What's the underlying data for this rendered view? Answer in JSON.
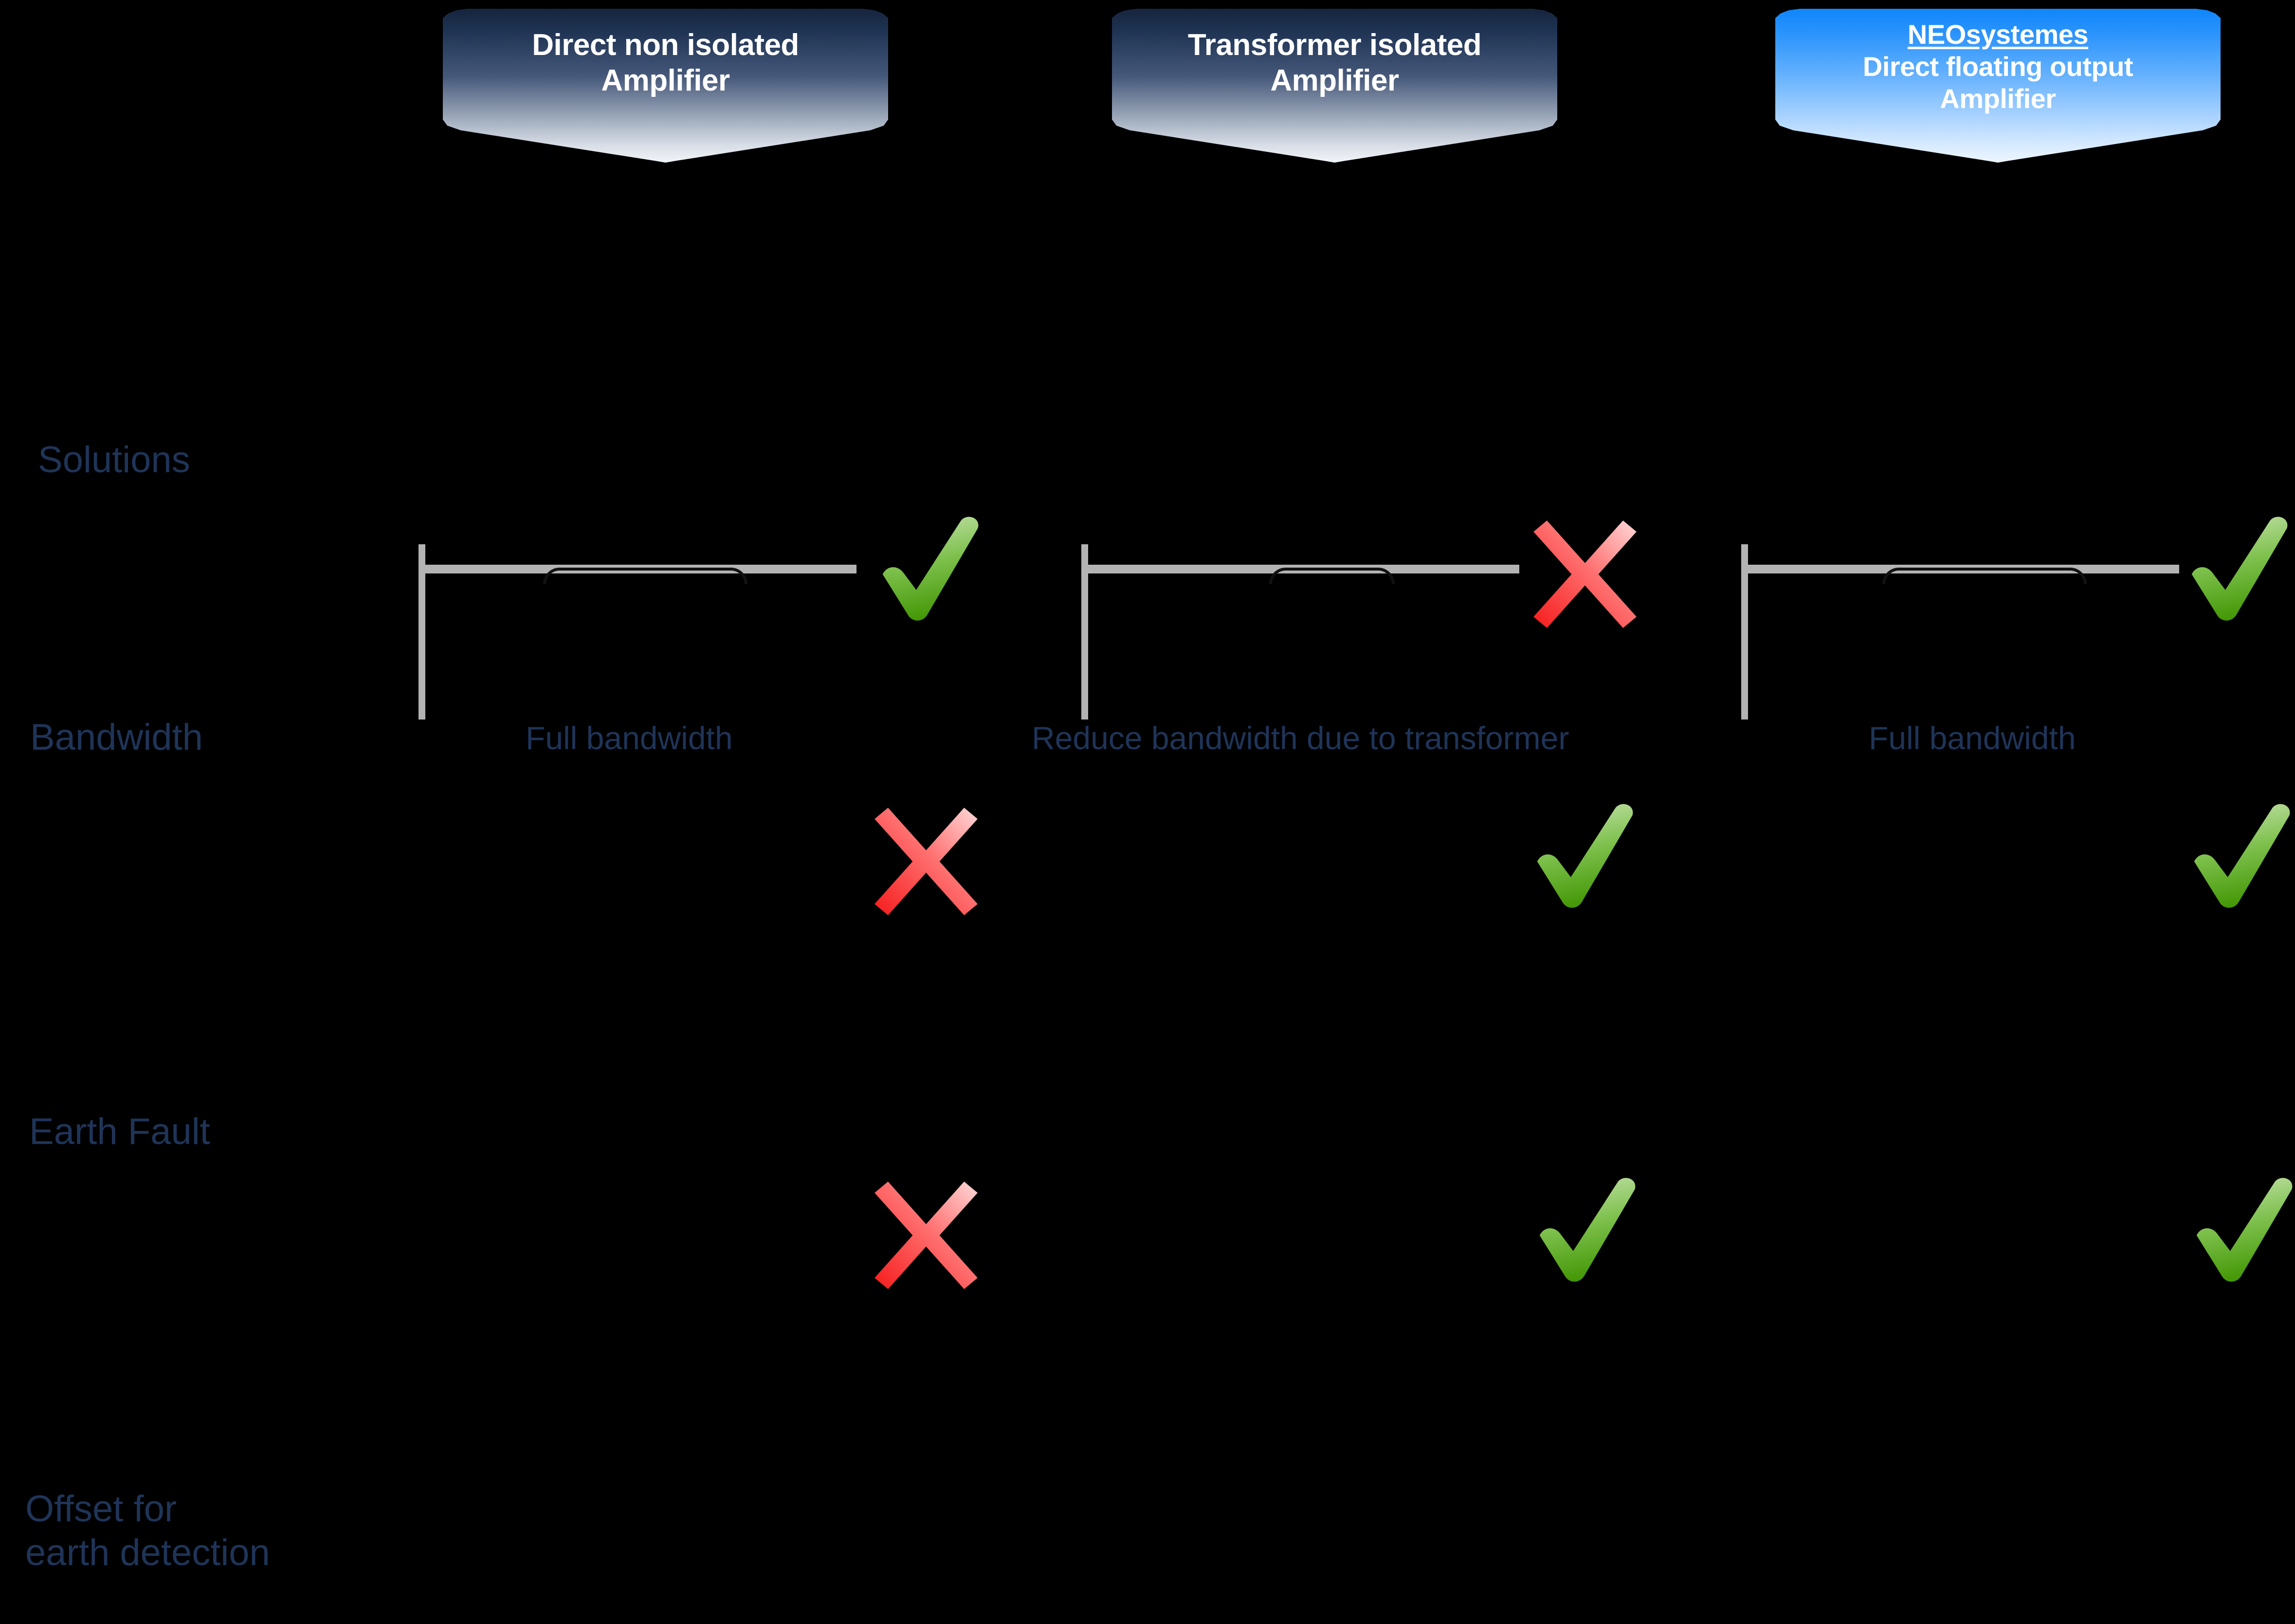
{
  "page": {
    "background_color": "#000000",
    "label_color": "#1f3458",
    "check_color": "#5fb230",
    "cross_color": "#f51b1b",
    "axis_color": "#b3b3b3"
  },
  "columns": [
    {
      "id": "direct-non-isolated",
      "title_lines": [
        "Direct non isolated",
        "Amplifier"
      ],
      "brand": null,
      "style": "grey",
      "bandwidth_caption": "Full bandwidth",
      "verdicts": {
        "bandwidth": "check",
        "earth_fault": "cross",
        "offset_for_earth_detection": "cross"
      }
    },
    {
      "id": "transformer-isolated",
      "title_lines": [
        "Transformer isolated",
        "Amplifier"
      ],
      "brand": null,
      "style": "grey",
      "bandwidth_caption": "Reduce bandwidth due to transformer",
      "verdicts": {
        "bandwidth": "cross",
        "earth_fault": "check",
        "offset_for_earth_detection": "check"
      }
    },
    {
      "id": "neosystemes-direct-floating-output",
      "title_lines": [
        "Direct floating output",
        "Amplifier"
      ],
      "brand": "NEOsystemes",
      "style": "blue",
      "bandwidth_caption": "Full bandwidth",
      "verdicts": {
        "bandwidth": "check",
        "earth_fault": "check",
        "offset_for_earth_detection": "check"
      }
    }
  ],
  "rows": [
    {
      "id": "solutions",
      "label": "Solutions"
    },
    {
      "id": "bandwidth",
      "label": "Bandwidth"
    },
    {
      "id": "earth-fault",
      "label": "Earth Fault"
    },
    {
      "id": "offset-for-earth-detection",
      "label": "Offset for\nearth detection"
    }
  ]
}
